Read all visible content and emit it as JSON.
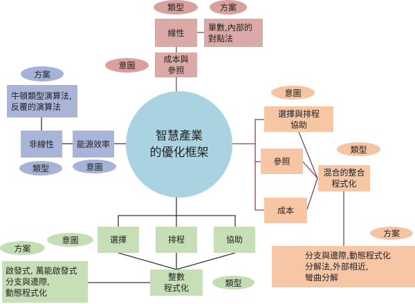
{
  "center": "智慧產業\n的優化框架",
  "top": {
    "type_label": "類型",
    "scheme_label": "方案",
    "intent_label": "意圖",
    "type": "線性",
    "scheme": "單數,內部的\n對點法",
    "intent": "成本與\n參照"
  },
  "left": {
    "type_label": "類型",
    "scheme_label": "方案",
    "intent_label": "意圖",
    "type": "非線性",
    "scheme": "牛頓類型演算法,\n反覆的演算法",
    "intent": "能源效率"
  },
  "right": {
    "type_label": "類型",
    "scheme_label": "方案",
    "intent_label": "意圖",
    "intents": [
      "選擇與排程\n協助",
      "參照",
      "成本"
    ],
    "type": "混合的整合\n程式化",
    "scheme": "分支與邊際,動態程式化\n分解法,外部相近,\n彎曲分解"
  },
  "bottom": {
    "type_label": "類型",
    "scheme_label": "方案",
    "intent_label": "意圖",
    "intents": [
      "選擇",
      "排程",
      "協助"
    ],
    "type": "整數\n程式化",
    "scheme": "啟發式, 萬能啟發式\n分支與邊際,\n動態程式化"
  },
  "colors": {
    "top": "#dba9a6",
    "left": "#a8b5d9",
    "right": "#f6c6a5",
    "bottom": "#c6dfb6",
    "center": "#a9d3e1"
  }
}
